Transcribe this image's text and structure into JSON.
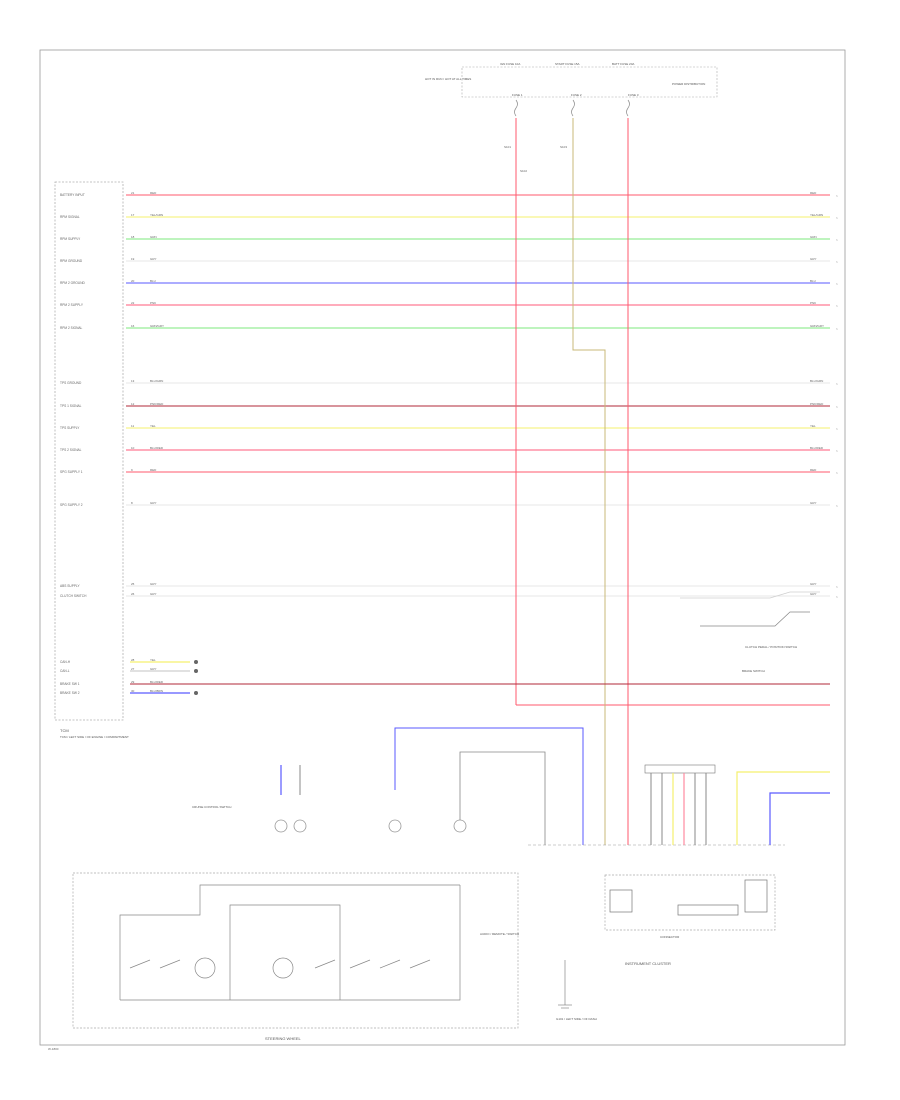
{
  "diagram": {
    "colors": {
      "red": "#ff5a6e",
      "yellow": "#f5f06e",
      "green": "#7ce87c",
      "gray": "#cfcfcf",
      "blue": "#5a5aff",
      "pink": "#ff5a78",
      "darkred": "#b02a3a",
      "olive": "#c8b878",
      "frame": "#999999"
    },
    "module_label": "TCM",
    "module_pins": [
      {
        "name": "BATTERY INPUT",
        "pin": "21",
        "color": "RED",
        "wire": "red"
      },
      {
        "name": "RPM SIGNAL",
        "pin": "17",
        "color": "YEL/GRN",
        "wire": "yellow"
      },
      {
        "name": "RPM SUPPLY",
        "pin": "18",
        "color": "GRN",
        "wire": "green"
      },
      {
        "name": "RPM GROUND",
        "pin": "19",
        "color": "GRY",
        "wire": "gray"
      },
      {
        "name": "RPM 2 GROUND",
        "pin": "20",
        "color": "BLU",
        "wire": "blue"
      },
      {
        "name": "RPM 2 SUPPLY",
        "pin": "22",
        "color": "PNK",
        "wire": "pink"
      },
      {
        "name": "RPM 2 SIGNAL",
        "pin": "16",
        "color": "GRN/GRY",
        "wire": "green"
      },
      {
        "name": "TPS GROUND",
        "pin": "13",
        "color": "BLU/GRN",
        "wire": "gray"
      },
      {
        "name": "TPS 1 SIGNAL",
        "pin": "12",
        "color": "PNK/RED",
        "wire": "darkred"
      },
      {
        "name": "TPS SUPPLY",
        "pin": "11",
        "color": "YEL",
        "wire": "yellow"
      },
      {
        "name": "TPS 2 SIGNAL",
        "pin": "10",
        "color": "BLU/RED",
        "wire": "pink"
      },
      {
        "name": "SPG SUPPLY 1",
        "pin": "9",
        "color": "RED",
        "wire": "red"
      },
      {
        "name": "SPG SUPPLY 2",
        "pin": "8",
        "color": "GRY",
        "wire": "gray"
      },
      {
        "name": "ABS SUPPLY",
        "pin": "25",
        "color": "GRY",
        "wire": "gray"
      },
      {
        "name": "CLUTCH SWITCH",
        "pin": "26",
        "color": "GRY",
        "wire": "gray"
      },
      {
        "name": "CAN-H",
        "pin": "28",
        "color": "YEL",
        "wire": "yellow"
      },
      {
        "name": "CAN-L",
        "pin": "27",
        "color": "GRY",
        "wire": "gray"
      },
      {
        "name": "BRAKE SW 1",
        "pin": "29",
        "color": "BLU/RED",
        "wire": "darkred"
      },
      {
        "name": "BRAKE SW 2",
        "pin": "30",
        "color": "BLU/BRN",
        "wire": "blue"
      }
    ],
    "ground_note": "TCM / LEFT SIDE / OF ENGINE / COMPARTMENT",
    "fuses": [
      {
        "label": "IGN FUSE 10A",
        "sub": "FUSE 1"
      },
      {
        "label": "START FUSE 15A",
        "sub": "FUSE 2"
      },
      {
        "label": "BATT FUSE 20A",
        "sub": "FUSE 3"
      }
    ],
    "fuse_box": "HOT IN RUN / HOT AT ALL TIMES",
    "fuse_box_right": "POWER DISTRIBUTION",
    "splice_labels": [
      "S101",
      "S102",
      "S103"
    ],
    "cluster_label": "INSTRUMENT CLUSTER",
    "clutch_switch": "CLUTCH PEDAL / POSITION SWITCH",
    "brake_label": "BRAKE SWITCH",
    "steering_label": "STEERING WHEEL",
    "left_switch": "CRUISE CONTROL SWITCH",
    "right_switch": "AUDIO / REMOTE / SWITCH",
    "ground_g1": "G101 / LEFT SIDE / OF DASH",
    "cluster_conn": "CONNECTOR",
    "footer": "W-1800"
  }
}
